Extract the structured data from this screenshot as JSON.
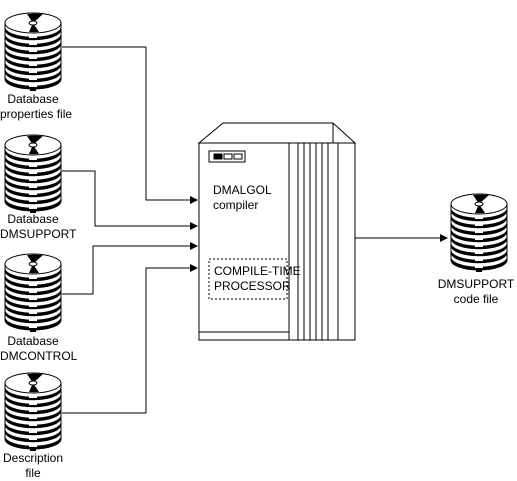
{
  "sources": [
    {
      "line1": "Database",
      "line2": "properties file",
      "icon": "disk-stack-icon"
    },
    {
      "line1": "Database",
      "line2": "DMSUPPORT",
      "icon": "disk-stack-icon"
    },
    {
      "line1": "Database",
      "line2": "DMCONTROL",
      "icon": "disk-stack-icon"
    },
    {
      "line1": "Description",
      "line2": "file",
      "icon": "disk-stack-icon"
    }
  ],
  "compiler": {
    "line1": "DMALGOL",
    "line2": "compiler",
    "processor_line1": "COMPILE-TIME",
    "processor_line2": "PROCESSOR",
    "icon": "computer-cabinet-icon"
  },
  "output": {
    "line1": "DMSUPPORT",
    "line2": "code file",
    "icon": "disk-stack-icon"
  },
  "colors": {
    "stroke": "#000000",
    "fill": "#ffffff"
  }
}
